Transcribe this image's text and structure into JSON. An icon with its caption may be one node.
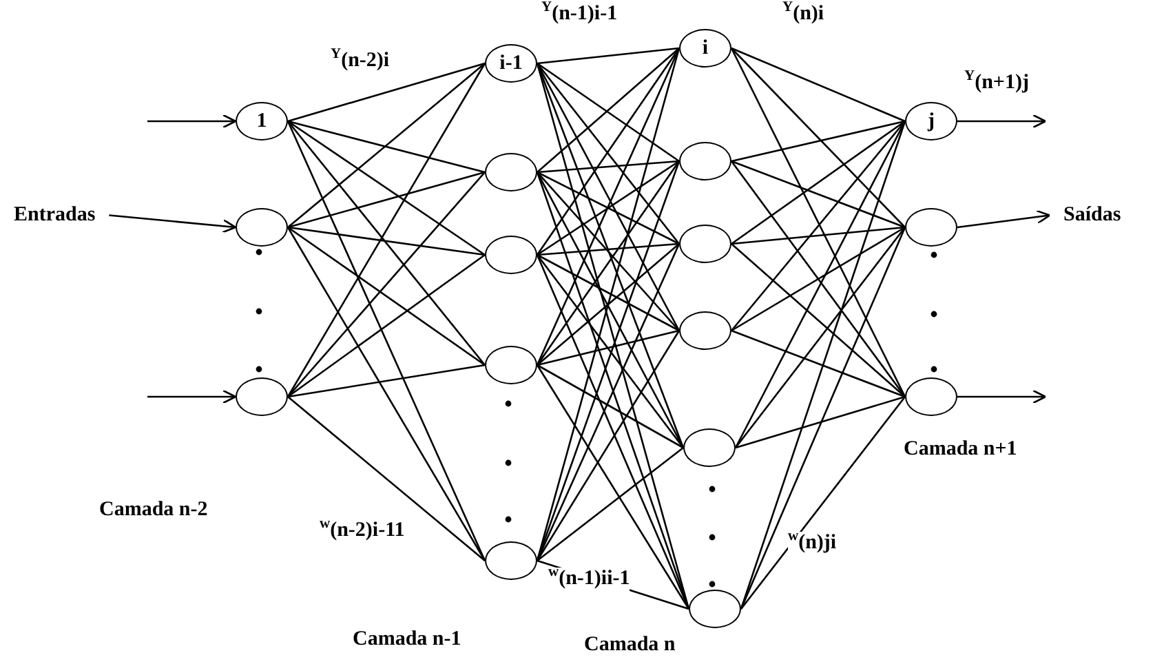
{
  "diagram": {
    "nodes": [
      {
        "text": [
          "1"
        ]
      },
      {
        "text": [],
        "shape": "circle"
      },
      {
        "text": [],
        "shape": "circle"
      },
      {
        "text": [
          "i-1"
        ]
      },
      {
        "text": [],
        "shape": "circle"
      },
      {
        "text": [],
        "shape": "circle"
      },
      {
        "text": [],
        "shape": "circle"
      },
      {
        "text": [],
        "shape": "circle"
      },
      {
        "text": [
          "i"
        ]
      },
      {
        "text": [],
        "shape": "circle"
      },
      {
        "text": [],
        "shape": "circle"
      },
      {
        "text": [],
        "shape": "circle"
      },
      {
        "text": [],
        "shape": "circle"
      },
      {
        "text": [],
        "shape": "circle"
      },
      {
        "text": [
          "j"
        ]
      },
      {
        "text": [],
        "shape": "circle"
      },
      {
        "text": [],
        "shape": "circle"
      },
      {
        "text": [
          "Entradas"
        ]
      },
      {
        "text": [
          "Saídas"
        ]
      }
    ],
    "edges": [
      {
        "from": null,
        "to": 0,
        "arrow": "to"
      },
      {
        "from": 17,
        "to": 1,
        "arrow": "to"
      },
      {
        "from": null,
        "to": 2,
        "arrow": "to"
      },
      {
        "from": 0,
        "to": 3,
        "arrow": "none"
      },
      {
        "from": 0,
        "to": 4,
        "arrow": "none"
      },
      {
        "from": 0,
        "to": 5,
        "arrow": "none"
      },
      {
        "from": 0,
        "to": 6,
        "arrow": "none"
      },
      {
        "from": 0,
        "to": 7,
        "arrow": "none"
      },
      {
        "from": 1,
        "to": 3,
        "arrow": "none"
      },
      {
        "from": 1,
        "to": 4,
        "arrow": "none"
      },
      {
        "from": 1,
        "to": 5,
        "arrow": "none"
      },
      {
        "from": 1,
        "to": 6,
        "arrow": "none"
      },
      {
        "from": 1,
        "to": 7,
        "arrow": "none"
      },
      {
        "from": 2,
        "to": 3,
        "arrow": "none"
      },
      {
        "from": 2,
        "to": 4,
        "arrow": "none"
      },
      {
        "from": 2,
        "to": 5,
        "arrow": "none"
      },
      {
        "from": 2,
        "to": 6,
        "arrow": "none"
      },
      {
        "from": 2,
        "to": 7,
        "arrow": "none"
      },
      {
        "from": 3,
        "to": 8,
        "arrow": "none"
      },
      {
        "from": 3,
        "to": 9,
        "arrow": "none"
      },
      {
        "from": 3,
        "to": 10,
        "arrow": "none"
      },
      {
        "from": 3,
        "to": 11,
        "arrow": "none"
      },
      {
        "from": 3,
        "to": 12,
        "arrow": "none"
      },
      {
        "from": 3,
        "to": 13,
        "arrow": "none"
      },
      {
        "from": 4,
        "to": 8,
        "arrow": "none"
      },
      {
        "from": 4,
        "to": 9,
        "arrow": "none"
      },
      {
        "from": 4,
        "to": 10,
        "arrow": "none"
      },
      {
        "from": 4,
        "to": 11,
        "arrow": "none"
      },
      {
        "from": 4,
        "to": 12,
        "arrow": "none"
      },
      {
        "from": 4,
        "to": 13,
        "arrow": "none"
      },
      {
        "from": 5,
        "to": 8,
        "arrow": "none"
      },
      {
        "from": 5,
        "to": 9,
        "arrow": "none"
      },
      {
        "from": 5,
        "to": 10,
        "arrow": "none"
      },
      {
        "from": 5,
        "to": 11,
        "arrow": "none"
      },
      {
        "from": 5,
        "to": 12,
        "arrow": "none"
      },
      {
        "from": 5,
        "to": 13,
        "arrow": "none"
      },
      {
        "from": 6,
        "to": 8,
        "arrow": "none"
      },
      {
        "from": 6,
        "to": 9,
        "arrow": "none"
      },
      {
        "from": 6,
        "to": 10,
        "arrow": "none"
      },
      {
        "from": 6,
        "to": 11,
        "arrow": "none"
      },
      {
        "from": 6,
        "to": 12,
        "arrow": "none"
      },
      {
        "from": 6,
        "to": 13,
        "arrow": "none"
      },
      {
        "from": 7,
        "to": 8,
        "arrow": "none"
      },
      {
        "from": 7,
        "to": 9,
        "arrow": "none"
      },
      {
        "from": 7,
        "to": 10,
        "arrow": "none"
      },
      {
        "from": 7,
        "to": 11,
        "arrow": "none"
      },
      {
        "from": 7,
        "to": 12,
        "arrow": "none"
      },
      {
        "from": 7,
        "to": 13,
        "arrow": "none"
      },
      {
        "from": 8,
        "to": 14,
        "arrow": "none"
      },
      {
        "from": 8,
        "to": 15,
        "arrow": "none"
      },
      {
        "from": 8,
        "to": 16,
        "arrow": "none"
      },
      {
        "from": 9,
        "to": 14,
        "arrow": "none"
      },
      {
        "from": 9,
        "to": 15,
        "arrow": "none"
      },
      {
        "from": 9,
        "to": 16,
        "arrow": "none"
      },
      {
        "from": 10,
        "to": 14,
        "arrow": "none"
      },
      {
        "from": 10,
        "to": 15,
        "arrow": "none"
      },
      {
        "from": 10,
        "to": 16,
        "arrow": "none"
      },
      {
        "from": 11,
        "to": 14,
        "arrow": "none"
      },
      {
        "from": 11,
        "to": 15,
        "arrow": "none"
      },
      {
        "from": 11,
        "to": 16,
        "arrow": "none"
      },
      {
        "from": 12,
        "to": 14,
        "arrow": "none"
      },
      {
        "from": 12,
        "to": 15,
        "arrow": "none"
      },
      {
        "from": 12,
        "to": 16,
        "arrow": "none"
      },
      {
        "from": 13,
        "to": 14,
        "arrow": "none"
      },
      {
        "from": 13,
        "to": 15,
        "arrow": "none"
      },
      {
        "from": 13,
        "to": 16,
        "arrow": "none"
      },
      {
        "from": 14,
        "to": null,
        "arrow": "to"
      },
      {
        "from": 15,
        "to": 18,
        "arrow": "to"
      },
      {
        "from": 16,
        "to": null,
        "arrow": "to"
      }
    ],
    "labels": [
      "$^{Y}$(n-1)i-1",
      "$^{Y}$(n)i",
      "$^{Y}$(n-2)i",
      "$^{Y}$(n+1)j",
      "Camada n+1",
      "Camada n-2",
      "$^{w}$(n-2)i-11",
      "$^{w}$(n)ji",
      "$^{w}$(n-1)ii-1",
      "Camada n-1",
      "Camada n"
    ]
  }
}
